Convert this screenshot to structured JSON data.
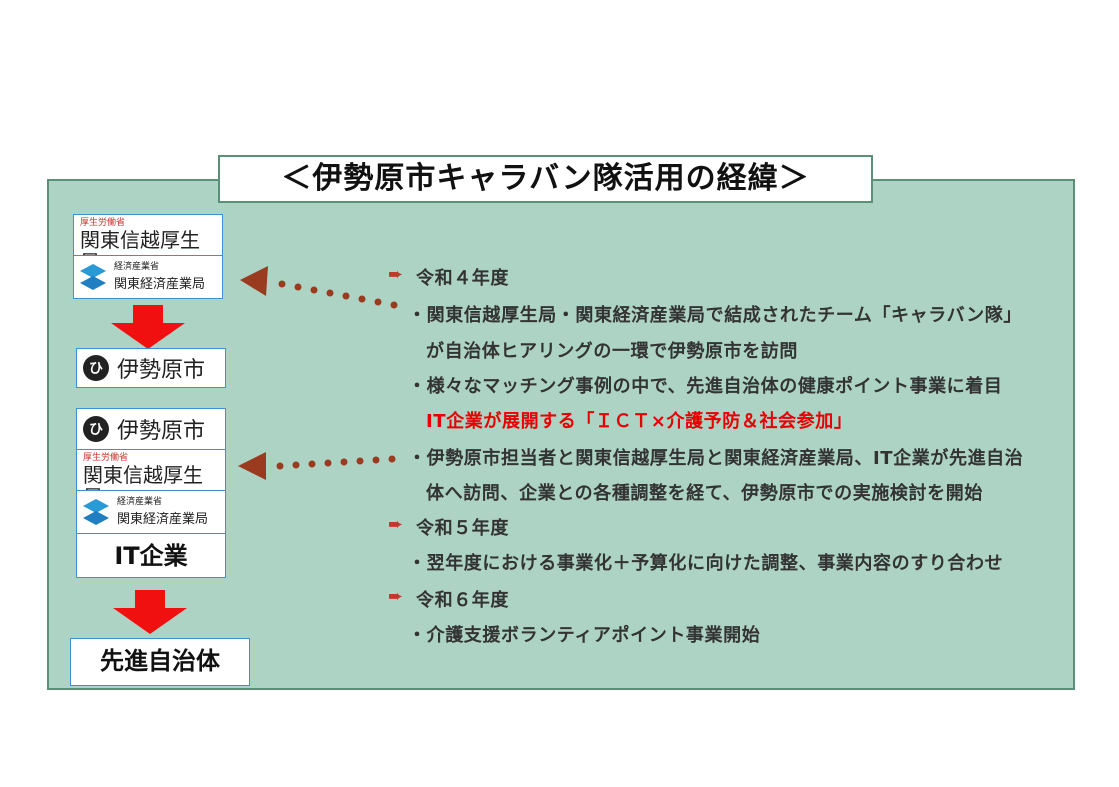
{
  "title": "＜伊勢原市キャラバン隊活用の経緯＞",
  "left_column": {
    "mhlw_ministry": "厚生労働省",
    "mhlw_bureau": "関東信越厚生局",
    "meti_ministry": "経済産業省",
    "meti_bureau": "関東経済産業局",
    "city": "伊勢原市",
    "it_company": "IT企業",
    "advanced_municipality": "先進自治体"
  },
  "timeline": [
    {
      "type": "heading",
      "text": "令和４年度"
    },
    {
      "type": "bullet",
      "text": "・関東信越厚生局・関東経済産業局で結成されたチーム「キャラバン隊」"
    },
    {
      "type": "cont",
      "text": "が自治体ヒアリングの一環で伊勢原市を訪問"
    },
    {
      "type": "bullet",
      "text": "・様々なマッチング事例の中で、先進自治体の健康ポイント事業に着目"
    },
    {
      "type": "highlight",
      "text": "IT企業が展開する「ＩＣＴ×介護予防＆社会参加」"
    },
    {
      "type": "bullet",
      "text": "・伊勢原市担当者と関東信越厚生局と関東経済産業局、IT企業が先進自治"
    },
    {
      "type": "cont",
      "text": "体へ訪問、企業との各種調整を経て、伊勢原市での実施検討を開始"
    },
    {
      "type": "heading",
      "text": "令和５年度"
    },
    {
      "type": "bullet",
      "text": "・翌年度における事業化＋予算化に向けた調整、事業内容のすり合わせ"
    },
    {
      "type": "heading",
      "text": "令和６年度"
    },
    {
      "type": "bullet",
      "text": "・介護支援ボランティアポイント事業開始"
    }
  ],
  "icons": {
    "heading_marker": "➨",
    "city_mark": "ひ"
  },
  "colors": {
    "panel": "#acd3c4",
    "border": "#5a8f78",
    "red": "#e60000",
    "arrow": "#9a3a1e"
  }
}
